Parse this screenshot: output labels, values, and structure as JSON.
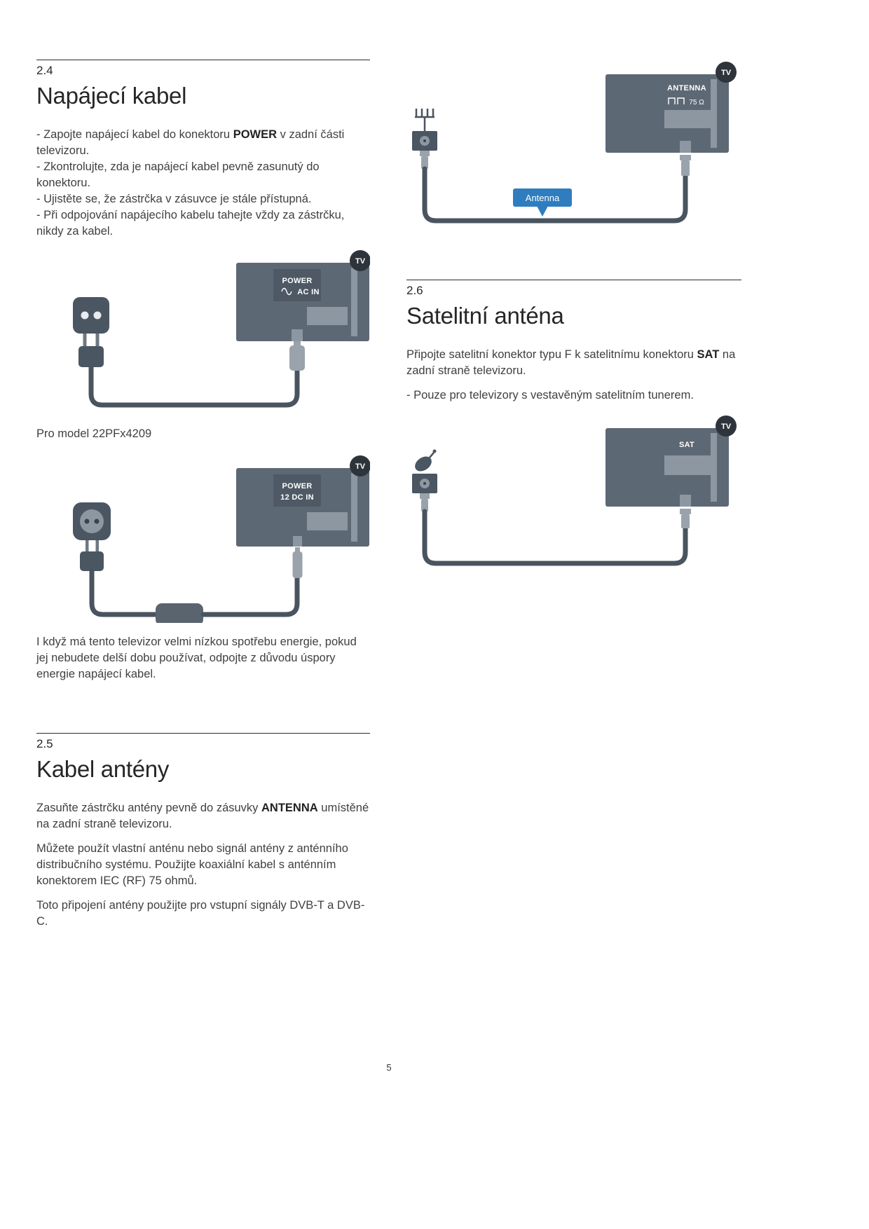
{
  "page": {
    "number": "5"
  },
  "colors": {
    "panel": "#5d6875",
    "panel-deep": "#4e5965",
    "panel-light": "#8d97a1",
    "plug-light": "#9aa3ac",
    "part-dark": "#4b5663",
    "cable": "#49545f",
    "badge": "#2e343b",
    "callout-blue": "#2f7dbf",
    "heading": "#262626",
    "body-text": "#404040"
  },
  "sections": {
    "power": {
      "number": "2.4",
      "title": "Napájecí kabel",
      "items": [
        {
          "pre": "- Zapojte napájecí kabel do konektoru ",
          "bold": "POWER",
          "post": " v zadní části televizoru."
        },
        {
          "pre": "- Zkontrolujte, zda je napájecí kabel pevně zasunutý do konektoru.",
          "bold": "",
          "post": ""
        },
        {
          "pre": "- Ujistěte se, že zástrčka v zásuvce je stále přístupná.",
          "bold": "",
          "post": ""
        },
        {
          "pre": "- Při odpojování napájecího kabelu tahejte vždy za zástrčku, nikdy za kabel.",
          "bold": "",
          "post": ""
        }
      ],
      "model_note": "Pro model 22PFx4209",
      "energy_note": "I když má tento televizor velmi nízkou spotřebu energie, pokud jej nebudete delší dobu používat, odpojte z důvodu úspory energie napájecí kabel."
    },
    "antenna_cable": {
      "number": "2.5",
      "title": "Kabel antény",
      "p1": {
        "pre": "Zasuňte zástrčku antény pevně do zásuvky ",
        "bold": "ANTENNA",
        "post": " umístěné na zadní straně televizoru."
      },
      "p2": "Můžete použít vlastní anténu nebo signál antény z anténního distribučního systému. Použijte koaxiální kabel s anténním konektorem IEC (RF) 75 ohmů.",
      "p3": "Toto připojení antény použijte pro vstupní signály DVB-T a DVB-C."
    },
    "satellite": {
      "number": "2.6",
      "title": "Satelitní anténa",
      "p1": {
        "pre": "Připojte satelitní konektor typu F k satelitnímu konektoru ",
        "bold": "SAT",
        "post": " na zadní straně televizoru."
      },
      "p2": "- Pouze pro televizory s vestavěným satelitním tunerem."
    }
  },
  "illustrations": {
    "tv_badge": "TV",
    "power_ac": {
      "line1": "POWER",
      "line2": "AC IN"
    },
    "power_dc": {
      "line1": "POWER",
      "line2": "12 DC IN"
    },
    "antenna": {
      "label": "ANTENNA",
      "impedance": "75 Ω",
      "callout": "Antenna"
    },
    "sat": {
      "label": "SAT"
    }
  }
}
